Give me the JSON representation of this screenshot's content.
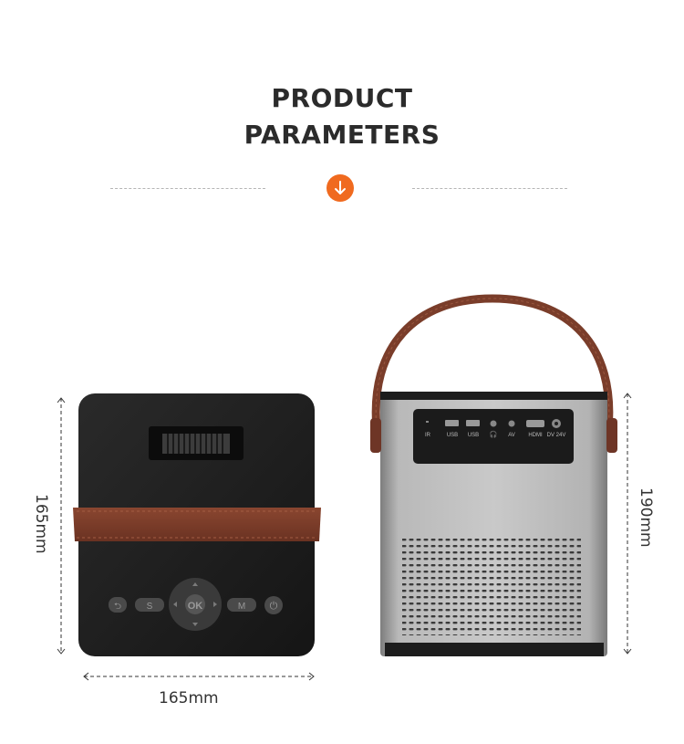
{
  "title": {
    "line1": "PRODUCT",
    "line2": "PARAMETERS"
  },
  "colors": {
    "accent": "#f06a1f",
    "strap": "#7a3d2a",
    "body_dark": "#1e1e1e",
    "body_silver": "#a9a9a9"
  },
  "icons": {
    "down": "arrow-down-icon"
  },
  "left_device": {
    "width_label": "165mm",
    "height_label": "165mm",
    "buttons": {
      "back": "⮌",
      "source": "S",
      "ok": "OK",
      "menu": "M",
      "power": "⏻"
    }
  },
  "right_device": {
    "height_label": "190mm",
    "ports": {
      "ir": "IR",
      "usb1": "USB",
      "usb2": "USB",
      "audio": "🎧",
      "av": "AV",
      "hdmi": "HDMI",
      "dc": "DV 24V"
    }
  }
}
